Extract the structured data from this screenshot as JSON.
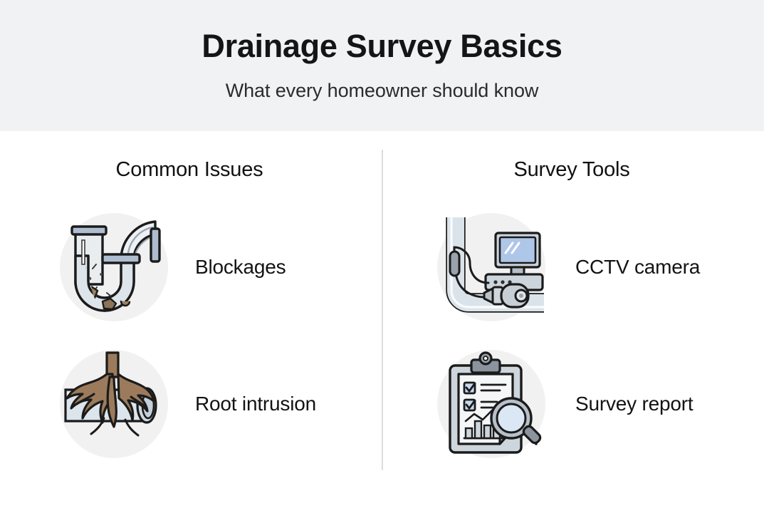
{
  "header": {
    "title": "Drainage Survey Basics",
    "subtitle": "What every homeowner should know",
    "background": "#f1f2f4"
  },
  "columns": [
    {
      "id": "common-issues",
      "title": "Common Issues",
      "items": [
        {
          "icon": "blocked-pipe-icon",
          "label": "Blockages"
        },
        {
          "icon": "root-intrusion-pipe-icon",
          "label": "Root intrusion"
        }
      ]
    },
    {
      "id": "survey-tools",
      "title": "Survey Tools",
      "items": [
        {
          "icon": "cctv-camera-icon",
          "label": "CCTV camera"
        },
        {
          "icon": "survey-report-clipboard-icon",
          "label": "Survey report"
        }
      ]
    }
  ],
  "palette": {
    "page_background": "#ffffff",
    "header_background": "#f1f2f4",
    "divider": "#dcdee1",
    "icon_disc": "#f0f1f0",
    "outline": "#1b1b1b",
    "pipe_light": "#e8ecef",
    "pipe_mid": "#ccd6e0",
    "pipe_collar": "#aebdd0",
    "screen_blue": "#aec6e8",
    "root_brown": "#9c7b5c",
    "debris_brown": "#8d7357",
    "metal_gray": "#8a939e",
    "title_text": "#151515",
    "body_text": "#131313"
  }
}
